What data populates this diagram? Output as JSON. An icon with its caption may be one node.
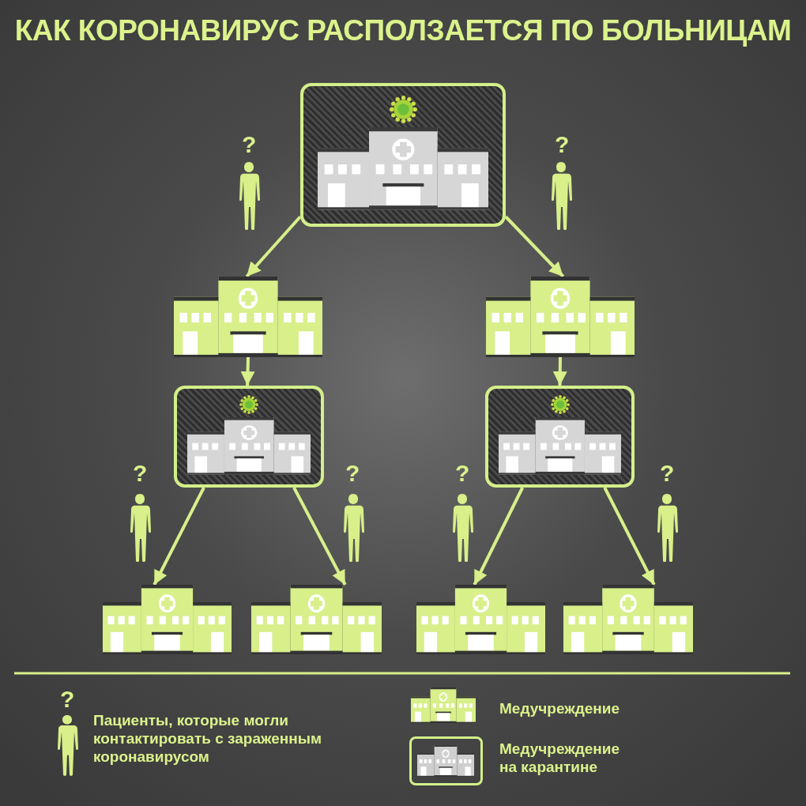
{
  "diagram": {
    "title": "КАК КОРОНАВИРУС РАСПОЛЗАЕТСЯ ПО БОЛЬНИЦАМ",
    "nodes": [
      {
        "text": [],
        "shape": "picture"
      },
      {
        "text": [],
        "shape": "picture"
      },
      {
        "text": [],
        "shape": "picture"
      },
      {
        "text": [],
        "shape": "picture"
      },
      {
        "text": [],
        "shape": "picture"
      },
      {
        "text": [],
        "shape": "picture"
      },
      {
        "text": [],
        "shape": "picture"
      },
      {
        "text": [],
        "shape": "picture"
      },
      {
        "text": [],
        "shape": "picture"
      }
    ],
    "edges": [
      {
        "from": 0,
        "to": 1,
        "arrow": "to"
      },
      {
        "from": 0,
        "to": 2,
        "arrow": "to"
      },
      {
        "from": 1,
        "to": 3,
        "arrow": "to"
      },
      {
        "from": 2,
        "to": 4,
        "arrow": "to"
      },
      {
        "from": 3,
        "to": 5,
        "arrow": "to"
      },
      {
        "from": 3,
        "to": 6,
        "arrow": "to"
      },
      {
        "from": 4,
        "to": 7,
        "arrow": "to"
      },
      {
        "from": 4,
        "to": 8,
        "arrow": "to"
      }
    ],
    "labels": [
      "?",
      "?",
      "?",
      "?",
      "?",
      "?",
      "?"
    ],
    "legend": [
      {
        "text": "Пациенты, которые могли контактировать с зараженным коронавирусом"
      },
      {
        "text": "Медучреждение"
      },
      {
        "text": "Медучреждение на карантине"
      }
    ]
  }
}
